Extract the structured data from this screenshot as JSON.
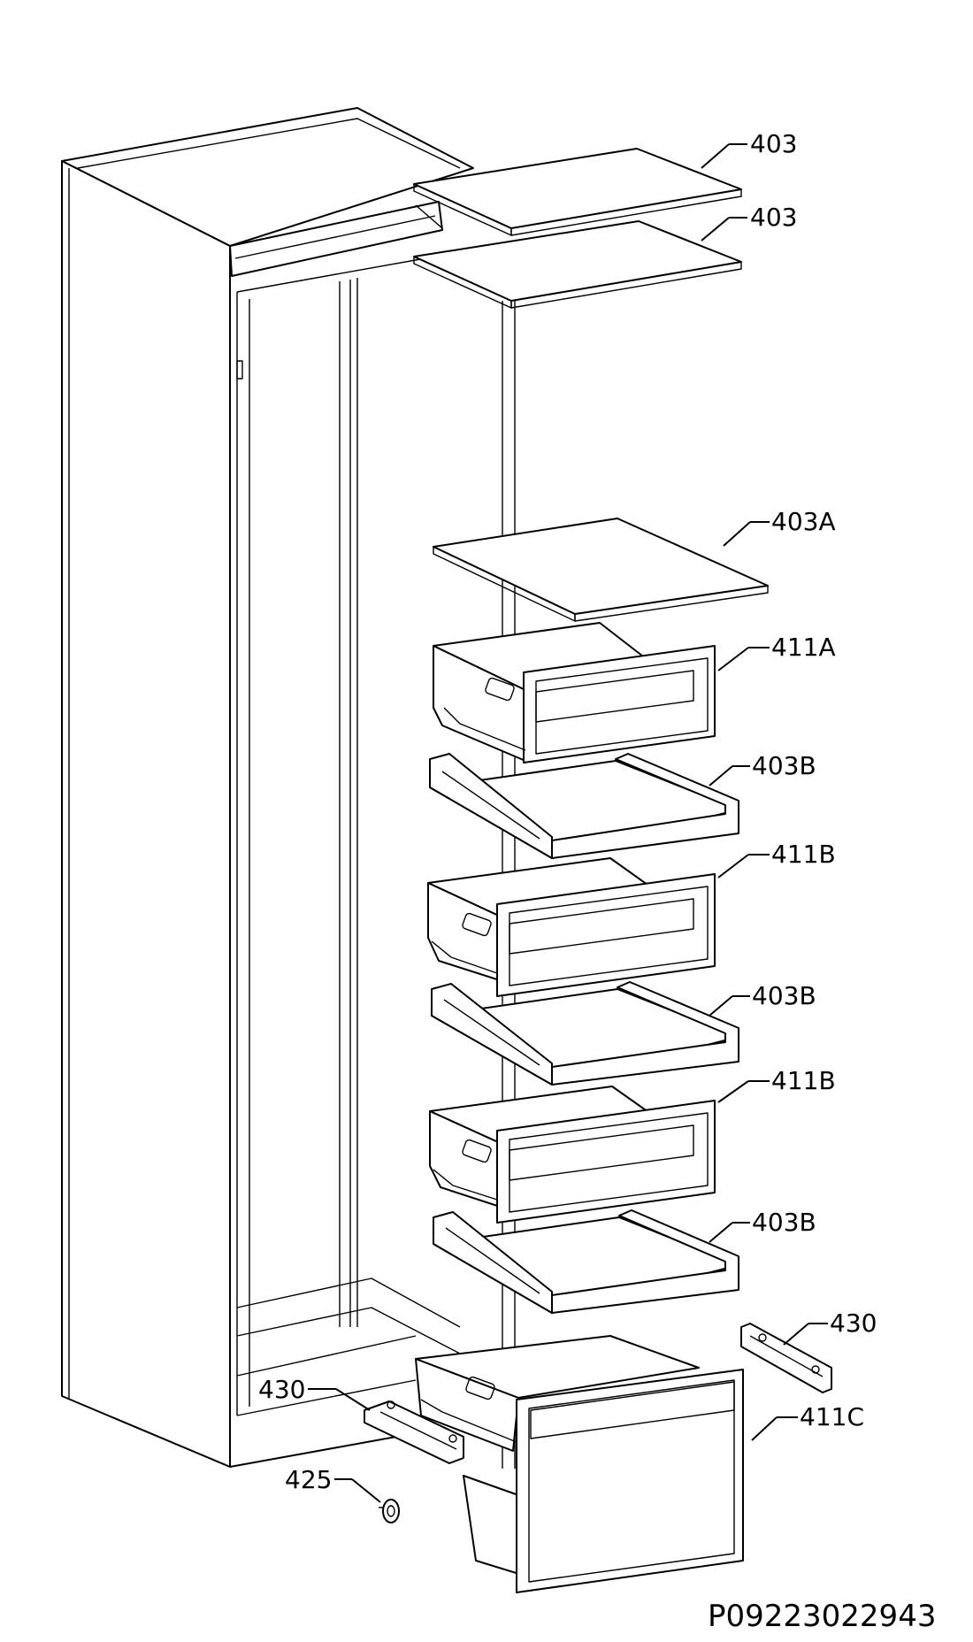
{
  "labels": {
    "shelf_top_1": "403",
    "shelf_top_2": "403",
    "shelf_403a": "403A",
    "drawer_411a": "411A",
    "frame_403b_1": "403B",
    "drawer_411b_1": "411B",
    "frame_403b_2": "403B",
    "drawer_411b_2": "411B",
    "frame_403b_3": "403B",
    "rail_430_right": "430",
    "rail_430_left": "430",
    "drawer_411c": "411C",
    "part_425": "425"
  },
  "document_id": "P09223022943"
}
